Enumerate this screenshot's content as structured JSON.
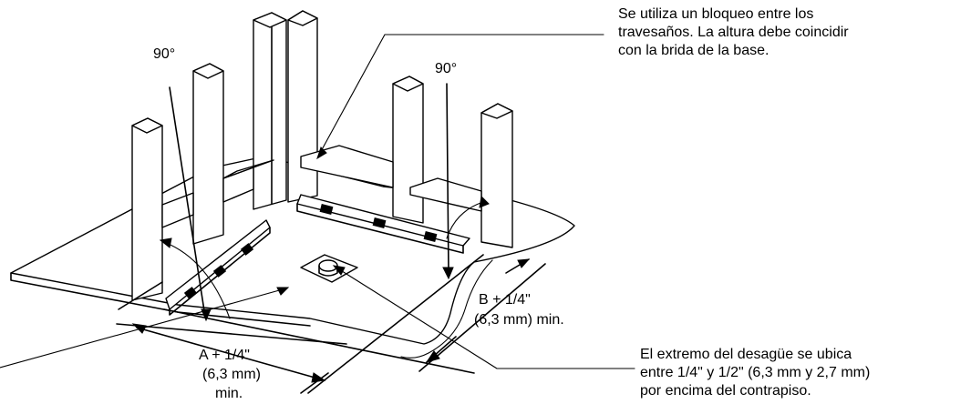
{
  "labels": {
    "angle_left": "90°",
    "angle_right": "90°",
    "blocking_note": [
      "Se utiliza un bloqueo entre los",
      "travesaños. La altura debe coincidir",
      "con la brida de la base."
    ],
    "dim_a": [
      "A + 1/4\"",
      "(6,3 mm)",
      "min."
    ],
    "dim_b": [
      "B + 1/4\"",
      "(6,3 mm) min."
    ],
    "drain_note": [
      "El extremo del desagüe se ubica",
      "entre 1/4\" y 1/2\" (6,3 mm y 2,7 mm)",
      "por encima del contrapiso."
    ]
  },
  "colors": {
    "line": "#000000",
    "background": "#ffffff"
  }
}
